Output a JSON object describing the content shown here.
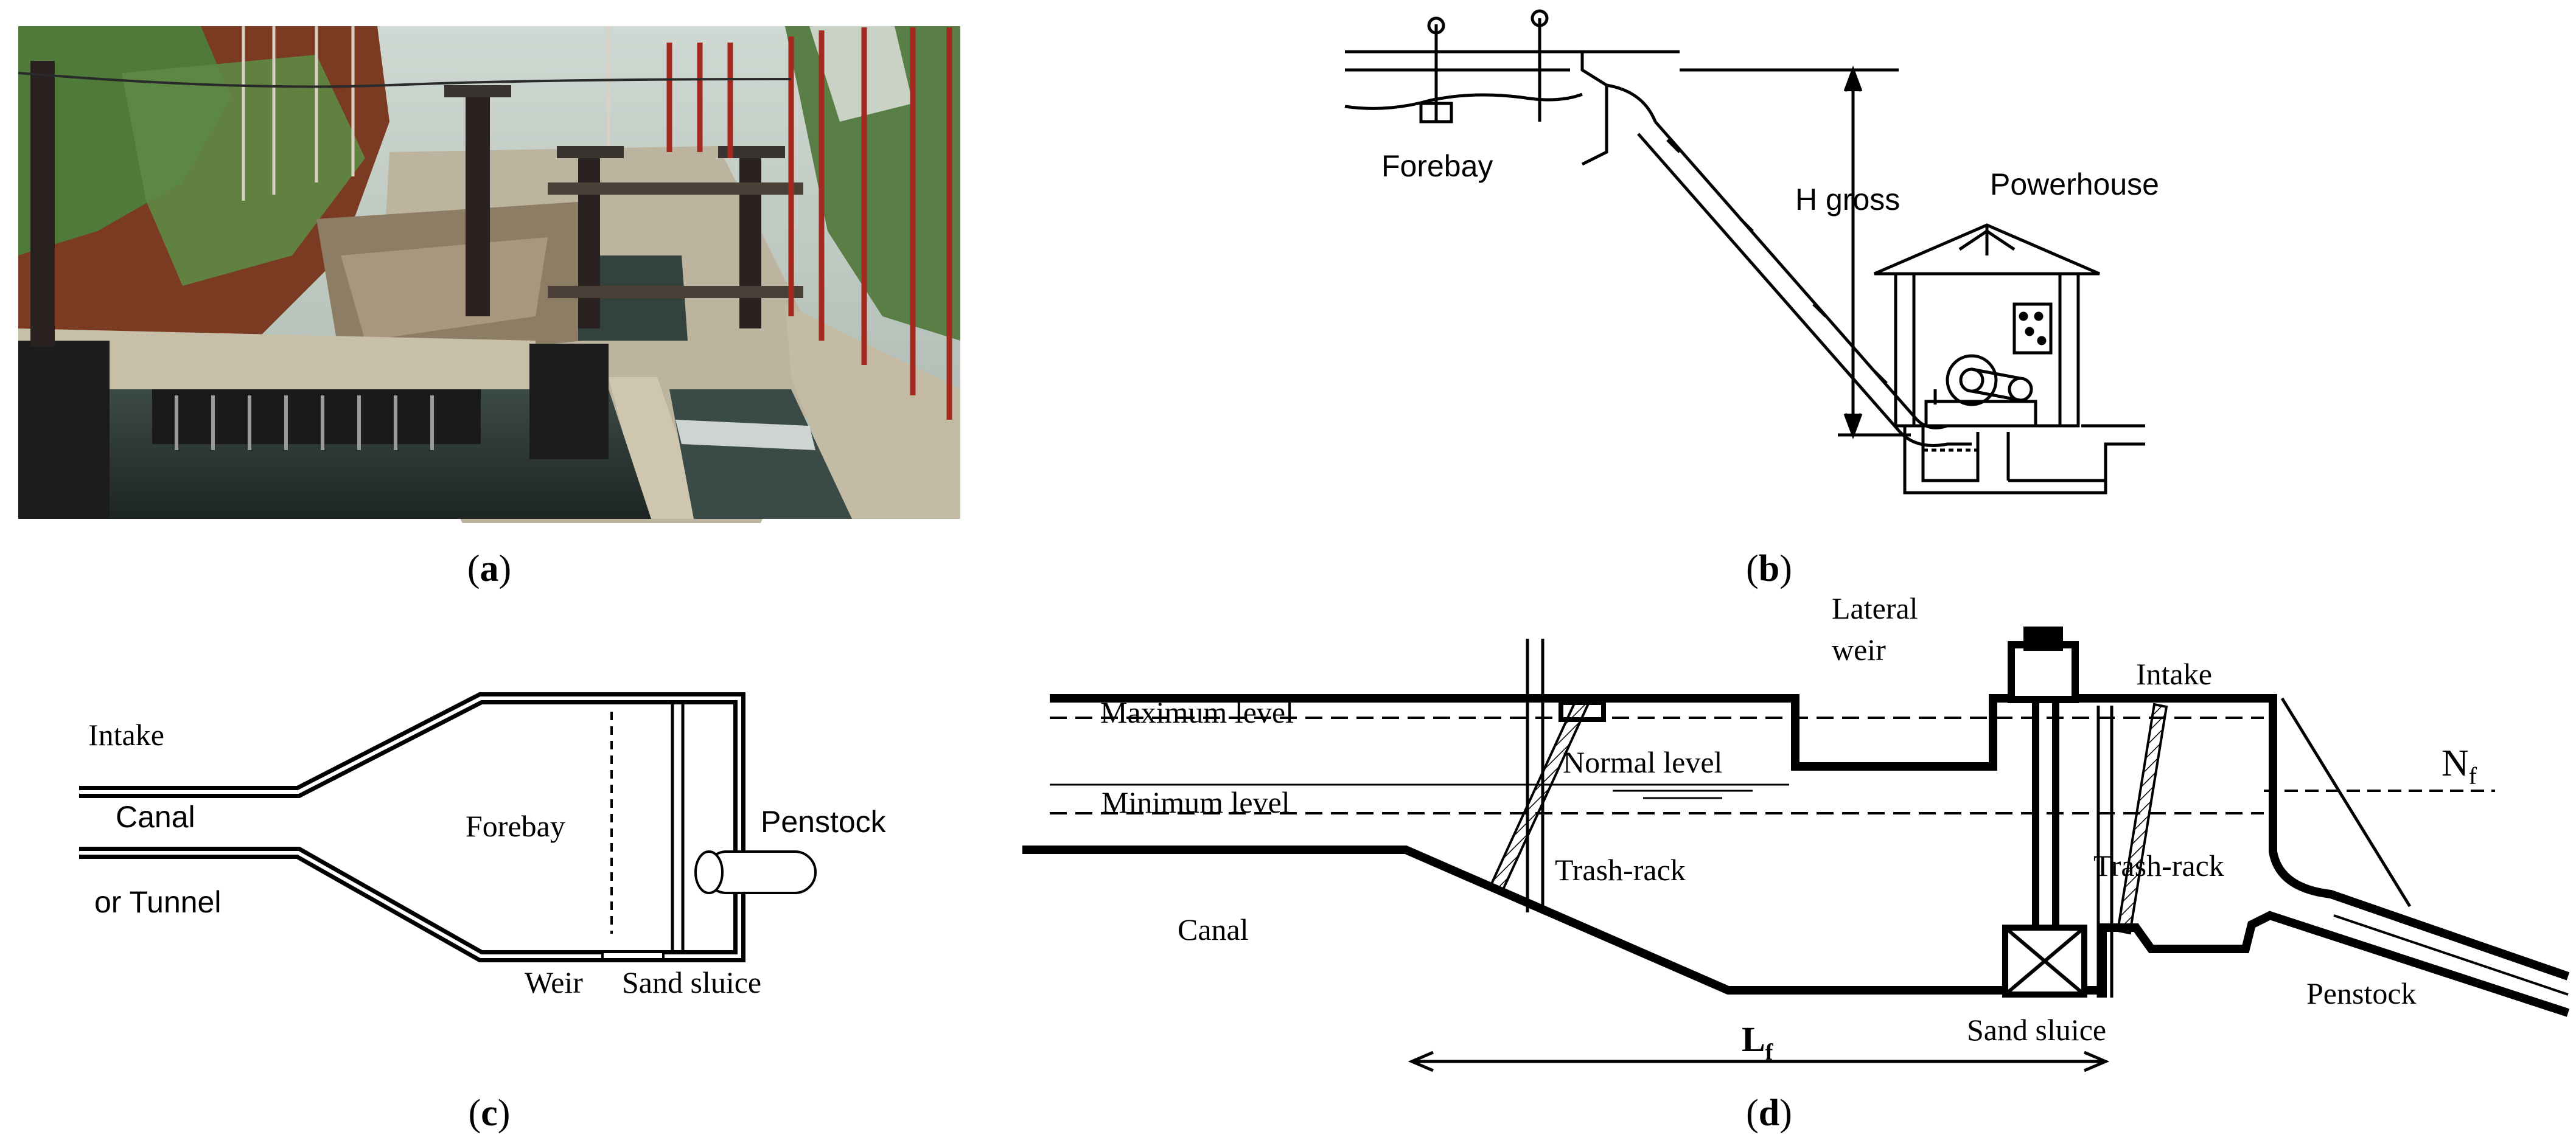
{
  "panels": {
    "a": {
      "caption_letter": "a"
    },
    "b": {
      "caption_letter": "b",
      "labels": {
        "forebay": "Forebay",
        "h_gross": "H gross",
        "powerhouse": "Powerhouse"
      }
    },
    "c": {
      "caption_letter": "c",
      "labels": {
        "intake": "Intake",
        "canal": "Canal",
        "or_tunnel": "or Tunnel",
        "forebay": "Forebay",
        "penstock": "Penstock",
        "weir": "Weir",
        "sand_sluice": "Sand sluice"
      }
    },
    "d": {
      "caption_letter": "d",
      "labels": {
        "lateral": "Lateral",
        "weir": "weir",
        "intake": "Intake",
        "maximum_level": "Maximum level",
        "normal_level": "Normal level",
        "minimum_level": "Minimum level",
        "trash_rack_1": "Trash-rack",
        "trash_rack_2": "Trash-rack",
        "canal": "Canal",
        "penstock": "Penstock",
        "sand_sluice": "Sand sluice",
        "nf_base": "N",
        "nf_sub": "f",
        "lf_base": "L",
        "lf_sub": "f"
      }
    }
  },
  "colors": {
    "line": "#000000",
    "water": "#2c3a38",
    "concrete": "#b9b09a",
    "soil": "#8a3b22",
    "foliage": "#4f7a3a",
    "steel": "#a42a1f"
  }
}
